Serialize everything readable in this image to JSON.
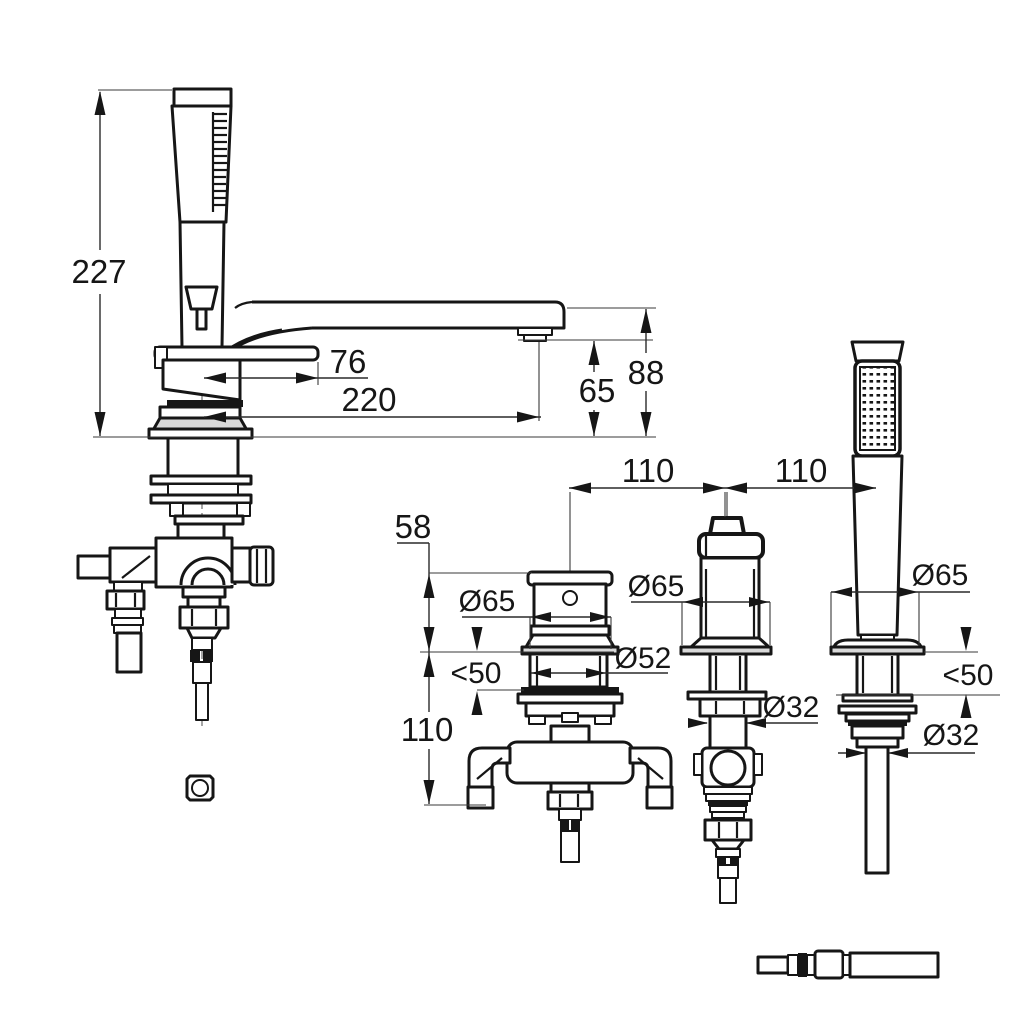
{
  "drawing": {
    "kind": "bath-mixer-installation-dimension-drawing",
    "colors": {
      "line": "#161616",
      "background": "#ffffff",
      "shading": "#d9d9d9"
    }
  },
  "dimensions": {
    "overall_height": "227",
    "spout_offset": "76",
    "spout_reach": "220",
    "outlet_height": "65",
    "spout_height": "88",
    "center_spacing_left": "110",
    "center_spacing_right": "110",
    "body_height": "58",
    "escutcheon_spout": "Ø65",
    "escutcheon_handle": "Ø65",
    "escutcheon_shower": "Ø65",
    "trim_dia": "Ø52",
    "deck_max_left": "<50",
    "deck_max_right": "<50",
    "shank_handle": "Ø32",
    "shank_shower": "Ø32",
    "under_deck_depth": "110"
  }
}
